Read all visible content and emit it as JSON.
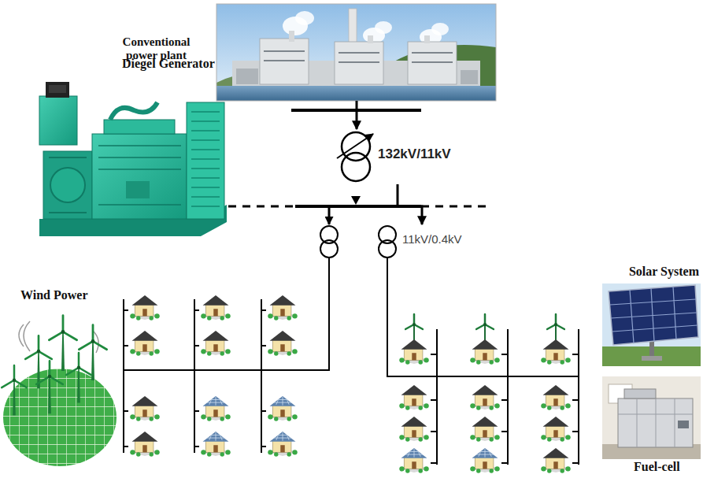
{
  "diagram": {
    "nodes": [
      {
        "text": [
          "Conventional power plant"
        ]
      },
      {
        "text": [
          "132kV/11kV"
        ]
      },
      {
        "text": [
          "Diegel Generator"
        ]
      },
      {
        "text": [
          "11kV/0.4kV"
        ]
      },
      {
        "text": [
          "Wind Power"
        ]
      },
      {
        "text": [
          "Solar System"
        ]
      },
      {
        "text": [
          "Fuel-cell"
        ]
      }
    ],
    "edges": [
      {
        "from": 0,
        "to": 1,
        "arrow": "to"
      },
      {
        "from": 1,
        "to": 3,
        "arrow": "to"
      }
    ]
  }
}
